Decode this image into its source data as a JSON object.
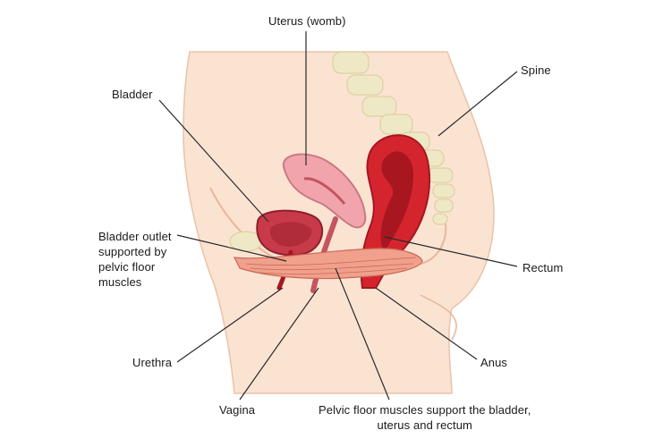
{
  "labels": {
    "uterus": "Uterus (womb)",
    "spine": "Spine",
    "bladder": "Bladder",
    "bladder_outlet": "Bladder outlet\nsupported by\npelvic floor\nmuscles",
    "rectum": "Rectum",
    "urethra": "Urethra",
    "anus": "Anus",
    "vagina": "Vagina",
    "pelvic_floor": "Pelvic floor muscles support the bladder,\nuterus and rectum"
  },
  "colors": {
    "skin": "#fbe3d2",
    "skin_edge": "#e9bfa5",
    "bone": "#eee8c6",
    "bladder": "#c83a4a",
    "uterus": "#f2a4ad",
    "rectum": "#d4252f",
    "muscle": "#f0a08c",
    "leader": "#2a2a2a"
  }
}
